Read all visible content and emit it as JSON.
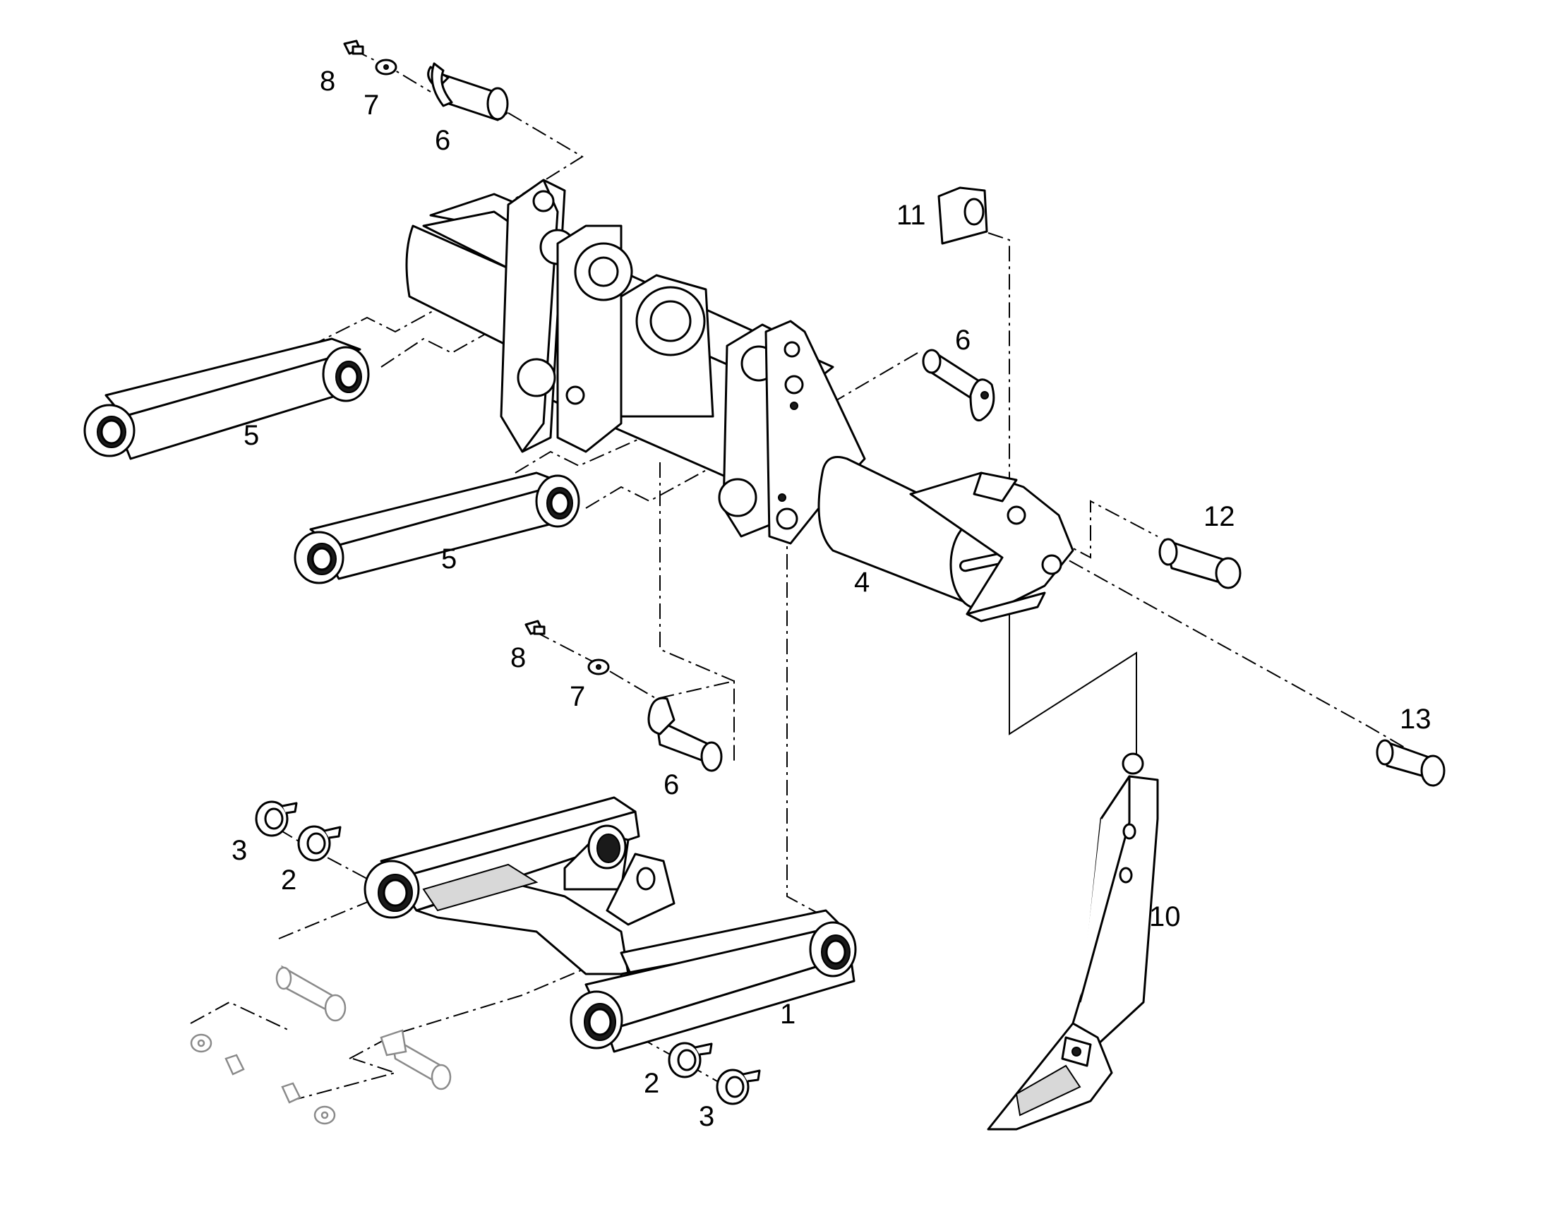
{
  "callouts": [
    {
      "id": "c1",
      "text": "1"
    },
    {
      "id": "c2a",
      "text": "2"
    },
    {
      "id": "c2b",
      "text": "2"
    },
    {
      "id": "c3a",
      "text": "3"
    },
    {
      "id": "c3b",
      "text": "3"
    },
    {
      "id": "c4",
      "text": "4"
    },
    {
      "id": "c5a",
      "text": "5"
    },
    {
      "id": "c5b",
      "text": "5"
    },
    {
      "id": "c6a",
      "text": "6"
    },
    {
      "id": "c6b",
      "text": "6"
    },
    {
      "id": "c6c",
      "text": "6"
    },
    {
      "id": "c7a",
      "text": "7"
    },
    {
      "id": "c7b",
      "text": "7"
    },
    {
      "id": "c8a",
      "text": "8"
    },
    {
      "id": "c8b",
      "text": "8"
    },
    {
      "id": "c10",
      "text": "10"
    },
    {
      "id": "c11",
      "text": "11"
    },
    {
      "id": "c12",
      "text": "12"
    },
    {
      "id": "c13",
      "text": "13"
    }
  ]
}
